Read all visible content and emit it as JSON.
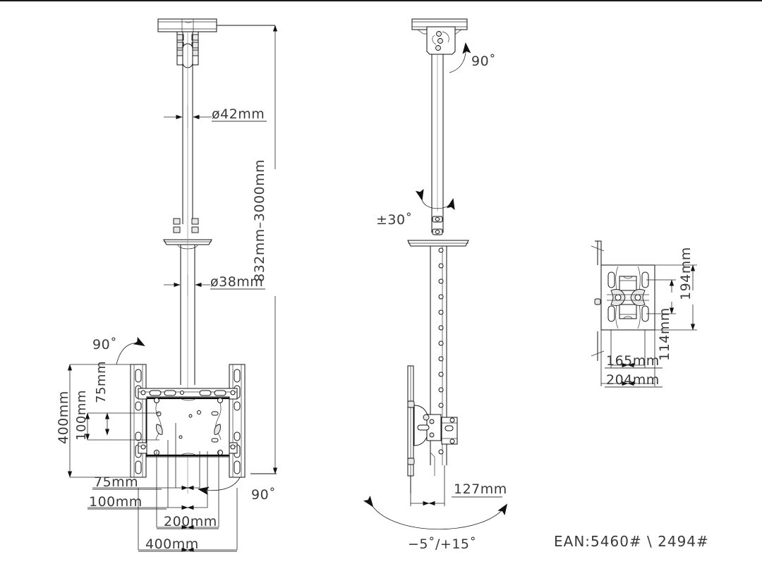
{
  "document": {
    "type": "technical-drawing",
    "subject": "Ceiling TV mount with extension pole, tilt and swivel",
    "background": "#ffffff",
    "line_color": "#111111",
    "text_color": "#3a3a3a"
  },
  "views": {
    "left": {
      "name": "front-elevation-full-extension",
      "labels": {
        "pole_upper_diameter": "ø42mm",
        "pole_lower_diameter": "ø38mm",
        "height_range": "832mm–3000mm",
        "rotation_top": "90˚",
        "rotation_bottom": "90˚",
        "vesa_height": "400mm",
        "vesa_height_inner": "100mm",
        "vesa_height_inner2": "75mm",
        "vesa_width_75": "75mm",
        "vesa_width_100": "100mm",
        "vesa_width_200": "200mm",
        "vesa_width_400": "400mm"
      }
    },
    "center": {
      "name": "side-elevation-tilt-swivel",
      "labels": {
        "rotation_top": "90˚",
        "swivel": "±30˚",
        "depth": "127mm",
        "tilt": "−5˚/+15˚"
      }
    },
    "right": {
      "name": "screen-bracket-front-detail",
      "labels": {
        "bracket_height": "194mm",
        "bracket_height_inner": "114mm",
        "bracket_width_inner": "165mm",
        "bracket_width": "204mm"
      }
    }
  },
  "footer": {
    "ean": "EAN:5460#  \\  2494#"
  }
}
